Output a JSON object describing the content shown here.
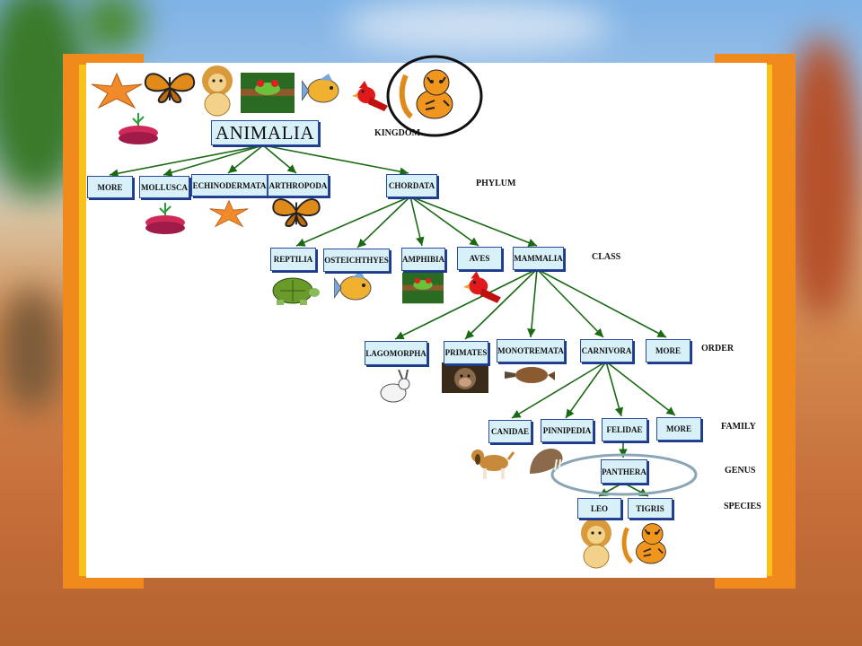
{
  "kingdom": {
    "label": "ANIMALIA"
  },
  "phylum_nodes": [
    "MORE",
    "MOLLUSCA",
    "ECHINODERMATA",
    "ARTHROPODA",
    "CHORDATA"
  ],
  "class_nodes": [
    "REPTILIA",
    "OSTEICHTHYES",
    "AMPHIBIA",
    "AVES",
    "MAMMALIA"
  ],
  "order_nodes": [
    "LAGOMORPHA",
    "PRIMATES",
    "MONOTREMATA",
    "CARNIVORA",
    "MORE"
  ],
  "family_nodes": [
    "CANIDAE",
    "PINNIPEDIA",
    "FELIDAE",
    "MORE"
  ],
  "genus_node": "PANTHERA",
  "species_nodes": [
    "LEO",
    "TIGRIS"
  ],
  "ranks": {
    "kingdom": "KINGDOM",
    "phylum": "PHYLUM",
    "class": "CLASS",
    "order": "ORDER",
    "family": "FAMILY",
    "genus": "GENUS",
    "species": "SPECIES"
  },
  "icons": {
    "top_row": [
      "starfish-icon",
      "butterfly-icon",
      "lion-icon",
      "frog-icon",
      "fish-icon",
      "cardinal-icon",
      "tiger-icon",
      "coral-icon"
    ],
    "phylum_row": [
      "coral-icon",
      "starfish-icon",
      "butterfly-icon"
    ],
    "class_row": [
      "turtle-icon",
      "fish-icon",
      "frog-icon",
      "cardinal-icon"
    ],
    "order_row": [
      "rabbit-icon",
      "chimpanzee-icon",
      "platypus-icon"
    ],
    "family_row": [
      "dog-icon",
      "walrus-icon"
    ],
    "species_row": [
      "lion-icon",
      "tiger-icon"
    ]
  },
  "colors": {
    "arrow": "#1a6a14",
    "node_fill": "#d8f0f8",
    "node_border": "#2a4a9a",
    "frame": "#f08a1c",
    "highlight_circle": "#111111",
    "genus_ellipse": "#8aa6b4"
  }
}
